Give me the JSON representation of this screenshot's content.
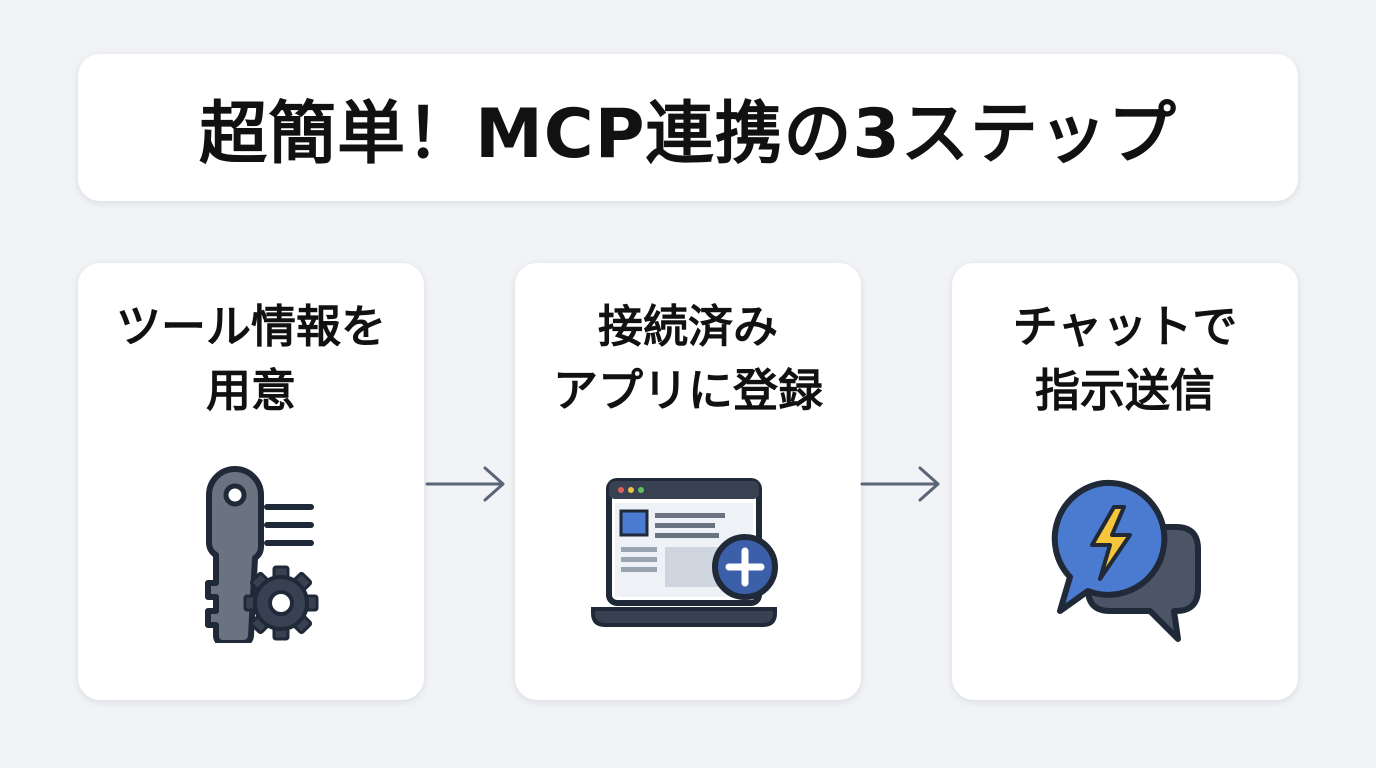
{
  "title": "超簡単！MCP連携の3ステップ",
  "steps": [
    {
      "line1": "ツール情報を",
      "line2": "用意",
      "icon": "key-gear-icon"
    },
    {
      "line1": "接続済み",
      "line2": "アプリに登録",
      "icon": "laptop-add-icon"
    },
    {
      "line1": "チャットで",
      "line2": "指示送信",
      "icon": "chat-bolt-icon"
    }
  ],
  "colors": {
    "background": "#f1f3f6",
    "card": "#ffffff",
    "icon_gray": "#6b7280",
    "icon_dark": "#374151",
    "outline": "#1f2937",
    "accent_blue": "#4a7bd0",
    "bolt_yellow": "#f5c53a",
    "arrow": "#5a6577"
  }
}
